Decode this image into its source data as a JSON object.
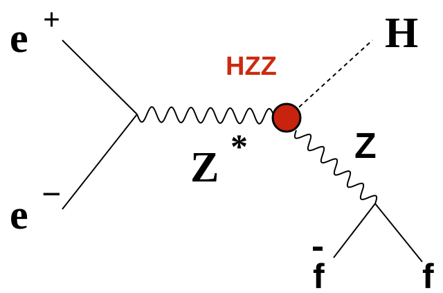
{
  "diagram": {
    "particles": {
      "e_plus": {
        "symbol": "e",
        "sign": "+"
      },
      "e_minus": {
        "symbol": "e",
        "sign": "−"
      },
      "z_star": {
        "symbol": "Z",
        "mark": "*"
      },
      "higgs": {
        "symbol": "H"
      },
      "z_boson": {
        "symbol": "Z"
      },
      "antifermion": {
        "symbol": "f"
      },
      "fermion": {
        "symbol": "f"
      }
    },
    "vertex_label": "HZZ",
    "colors": {
      "line": "#000000",
      "vertex_fill": "#c8230e",
      "vertex_label": "#cc2a10"
    }
  }
}
